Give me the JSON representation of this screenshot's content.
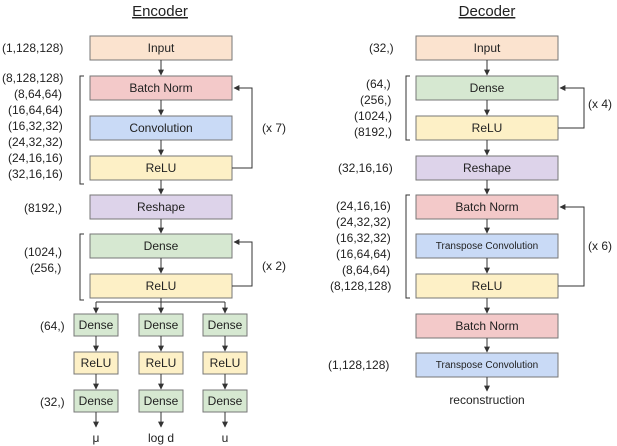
{
  "colors": {
    "input": "#fbe3cf",
    "batch_norm": "#f3c9c9",
    "convolution": "#c9daf6",
    "relu": "#fdf0c6",
    "reshape": "#ddd3ea",
    "dense": "#d6e8d1",
    "transpose_convolution": "#c9daf6",
    "stroke": "#777777"
  },
  "encoder": {
    "title": "Encoder",
    "input_shape": "(1,128,128)",
    "input_label": "Input",
    "conv_shapes": [
      "(8,128,128)",
      "(8,64,64)",
      "(16,64,64)",
      "(16,32,32)",
      "(24,32,32)",
      "(24,16,16)",
      "(32,16,16)"
    ],
    "batch_norm_label": "Batch Norm",
    "convolution_label": "Convolution",
    "relu_label": "ReLU",
    "conv_repeat": "(x 7)",
    "reshape_shape": "(8192,)",
    "reshape_label": "Reshape",
    "dense_shapes": [
      "(1024,)",
      "(256,)"
    ],
    "dense_label": "Dense",
    "dense_repeat": "(x 2)",
    "head_shape_1": "(64,)",
    "head_shape_2": "(32,)",
    "outputs": [
      "μ",
      "log d",
      "u"
    ]
  },
  "decoder": {
    "title": "Decoder",
    "input_shape": "(32,)",
    "input_label": "Input",
    "dense_shapes": [
      "(64,)",
      "(256,)",
      "(1024,)",
      "(8192,)"
    ],
    "dense_label": "Dense",
    "relu_label": "ReLU",
    "dense_repeat": "(x 4)",
    "reshape_shape": "(32,16,16)",
    "reshape_label": "Reshape",
    "tconv_shapes": [
      "(24,16,16)",
      "(24,32,32)",
      "(16,32,32)",
      "(16,64,64)",
      "(8,64,64)",
      "(8,128,128)"
    ],
    "batch_norm_label": "Batch Norm",
    "tconv_label": "Transpose Convolution",
    "tconv_repeat": "(x 6)",
    "final_shape": "(1,128,128)",
    "output_label": "reconstruction"
  }
}
